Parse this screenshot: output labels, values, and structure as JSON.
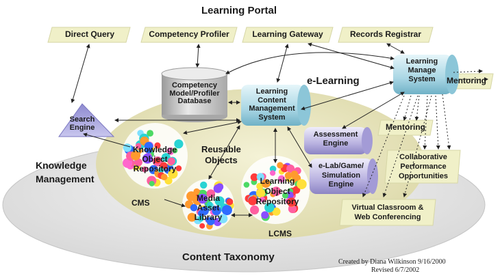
{
  "title": "Learning Portal",
  "portal_items": [
    "Direct Query",
    "Competency Profiler",
    "Learning Gateway",
    "Records Registrar"
  ],
  "db_label": [
    "Competency",
    "Model/Profiler",
    "Database"
  ],
  "lcms_system": [
    "Learning",
    "Content",
    "Management",
    "System"
  ],
  "lms": [
    "Learning",
    "Manage",
    "System"
  ],
  "elearning": "e-Learning",
  "mentoring_1": "Mentoring",
  "mentoring_2": "Mentoring",
  "search_engine": [
    "Search",
    "Engine"
  ],
  "knowledge_repo": [
    "Knowledge",
    "Object",
    "Repository"
  ],
  "reusable": [
    "Reusable",
    "Objects"
  ],
  "km": [
    "Knowledge",
    "Management"
  ],
  "assessment": [
    "Assessment",
    "Engine"
  ],
  "elab": [
    "e-Lab/Game/",
    "Simulation",
    "Engine"
  ],
  "collab": [
    "Collaborative",
    "Performance",
    "Opportunities"
  ],
  "virtual": [
    "Virtual Classroom &",
    "Web Conferencing"
  ],
  "learning_repo": [
    "Learning",
    "Object",
    "Repository"
  ],
  "media_library": [
    "Media",
    "Asset",
    "Library"
  ],
  "cms": "CMS",
  "lcms": "LCMS",
  "taxonomy": "Content Taxonomy",
  "credit": [
    "Created by Diana Wilkinson 9/16/2000",
    "Revised 6/7/2002"
  ],
  "colors": {
    "plate": "#f0f0c8",
    "cylinder_blue": "#bfe4ee",
    "cylinder_purple": "#c9c3e6",
    "disk": "#e6e6e6",
    "ellipse": "#e9e6bf"
  }
}
